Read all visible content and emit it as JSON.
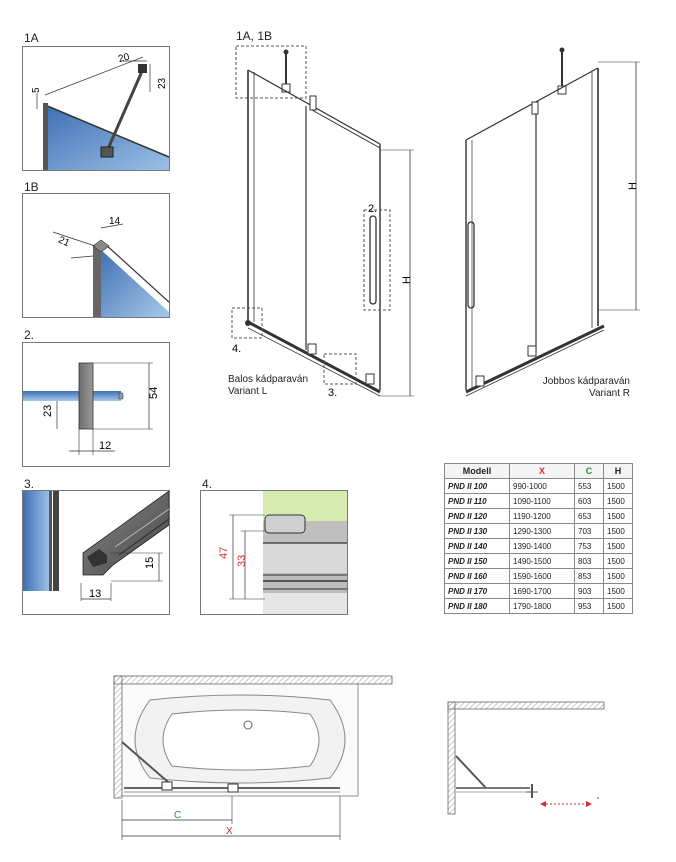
{
  "labels": {
    "d1a": "1A",
    "d1b": "1B",
    "d2": "2.",
    "d3": "3.",
    "d4": "4.",
    "top": "1A, 1B",
    "main_2": "2.",
    "main_3": "3.",
    "main_4": "4.",
    "main_h_left": "H",
    "main_h_right": "H",
    "variant_l_hu": "Balos kádparaván",
    "variant_l_de": "Variant L",
    "variant_r_hu": "Jobbos kádparaván",
    "variant_r_de": "Variant R"
  },
  "dims": {
    "a1_5": "5",
    "a1_20": "20",
    "a1_23": "23",
    "b1_21": "21",
    "b1_14": "14",
    "d2_23": "23",
    "d2_54": "54",
    "d2_12": "12",
    "d3_15": "15",
    "d3_13": "13",
    "d4_47": "47",
    "d4_33": "33",
    "plan_c": "C",
    "plan_x": "X"
  },
  "table": {
    "headers": [
      "Modell",
      "X",
      "C",
      "H"
    ],
    "header_colors": [
      "#222222",
      "#d32f2f",
      "#2e8b3d",
      "#222222"
    ],
    "rows": [
      [
        "PND II 100",
        "990-1000",
        "553",
        "1500"
      ],
      [
        "PND II 110",
        "1090-1100",
        "603",
        "1500"
      ],
      [
        "PND II 120",
        "1190-1200",
        "653",
        "1500"
      ],
      [
        "PND II 130",
        "1290-1300",
        "703",
        "1500"
      ],
      [
        "PND II 140",
        "1390-1400",
        "753",
        "1500"
      ],
      [
        "PND II 150",
        "1490-1500",
        "803",
        "1500"
      ],
      [
        "PND II 160",
        "1590-1600",
        "853",
        "1500"
      ],
      [
        "PND II 170",
        "1690-1700",
        "903",
        "1500"
      ],
      [
        "PND II 180",
        "1790-1800",
        "953",
        "1500"
      ]
    ]
  },
  "colors": {
    "glass_blue": "#5f8fc8",
    "dim_red": "#d32f2f",
    "dim_green": "#2e8b3d",
    "frame": "#333333"
  }
}
